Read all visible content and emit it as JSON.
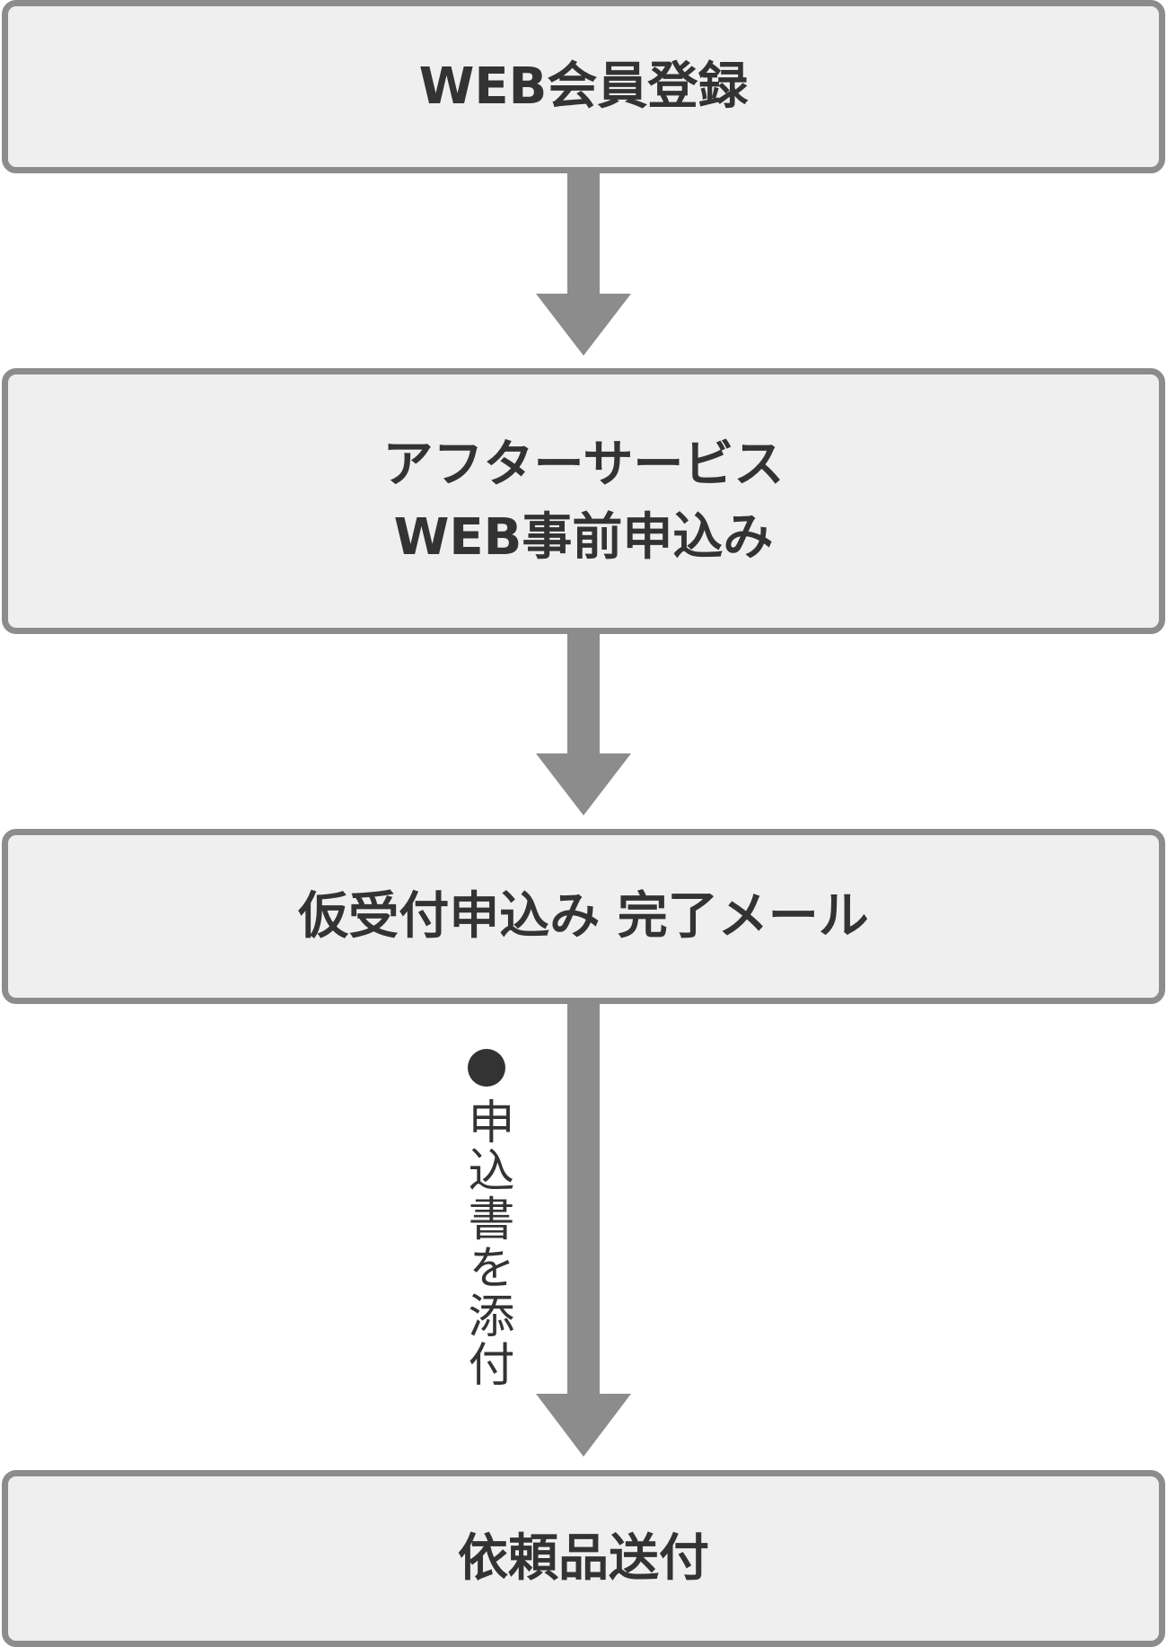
{
  "colors": {
    "box_fill": "#efefef",
    "border": "#8c8c8c",
    "arrow": "#8c8c8c",
    "text": "#333333"
  },
  "steps": [
    {
      "lines": [
        "WEB会員登録"
      ]
    },
    {
      "lines": [
        "アフターサービス",
        "WEB事前申込み"
      ]
    },
    {
      "lines": [
        "仮受付申込み 完了メール"
      ]
    },
    {
      "lines": [
        "依頼品送付"
      ]
    }
  ],
  "arrow_note": {
    "bullet": "●",
    "text": "申込書を添付"
  }
}
